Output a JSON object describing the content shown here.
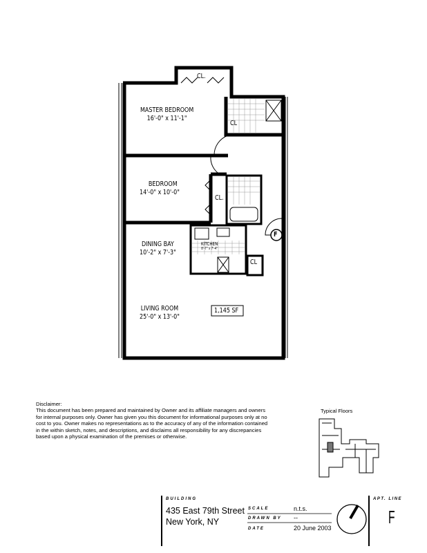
{
  "plan": {
    "rooms": [
      {
        "name": "MASTER BEDROOM",
        "dims": "16'-0\" x 11'-1\""
      },
      {
        "name": "BEDROOM",
        "dims": "14'-0\" x 10'-0\""
      },
      {
        "name": "DINING BAY",
        "dims": "10'-2\" x 7'-3\""
      },
      {
        "name": "LIVING ROOM",
        "dims": "25'-0\" x 13'-0\""
      },
      {
        "name": "KITCHEN",
        "dims": "8'-7\" x 7'-4\""
      }
    ],
    "closet_label": "CL.",
    "closet_label_short": "CL",
    "area": "1,145 SF",
    "entry_marker": "F"
  },
  "disclaimer": {
    "title": "Disclaimer:",
    "text": "This document has been prepared and maintained by Owner and its affiliate managers and owners for internal purposes only.  Owner has given you this document for informational purposes only at no cost to you.  Owner makes no representations as to the accuracy of any of the information contained in the within sketch, notes, and descriptions, and disclaims all responsibility for any discrepancies based upon a physical examination of the premises or otherwise."
  },
  "keyplan": {
    "label": "Typical Floors"
  },
  "title_block": {
    "building_label": "BUILDING",
    "address_line1": "435 East 79th Street",
    "address_line2": "New York, NY",
    "scale_label": "SCALE",
    "scale": "n.t.s.",
    "drawn_by_label": "DRAWN BY",
    "drawn_by": "--",
    "date_label": "DATE",
    "date": "20 June 2003",
    "apt_line_label": "APT. LINE",
    "apt_line": "F",
    "north_arrow": "compass-icon"
  }
}
